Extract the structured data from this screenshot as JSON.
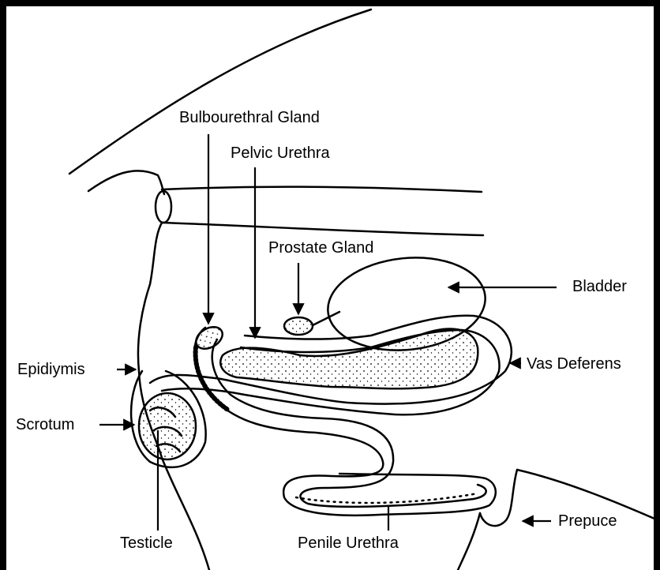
{
  "labels": {
    "bulbourethral_gland": "Bulbourethral Gland",
    "pelvic_urethra": "Pelvic Urethra",
    "prostate_gland": "Prostate Gland",
    "bladder": "Bladder",
    "epididymis": "Epidiymis",
    "vas_deferens": "Vas Deferens",
    "scrotum": "Scrotum",
    "testicle": "Testicle",
    "penile_urethra": "Penile Urethra",
    "prepuce": "Prepuce"
  },
  "colors": {
    "ink": "#000000",
    "background": "#ffffff"
  }
}
